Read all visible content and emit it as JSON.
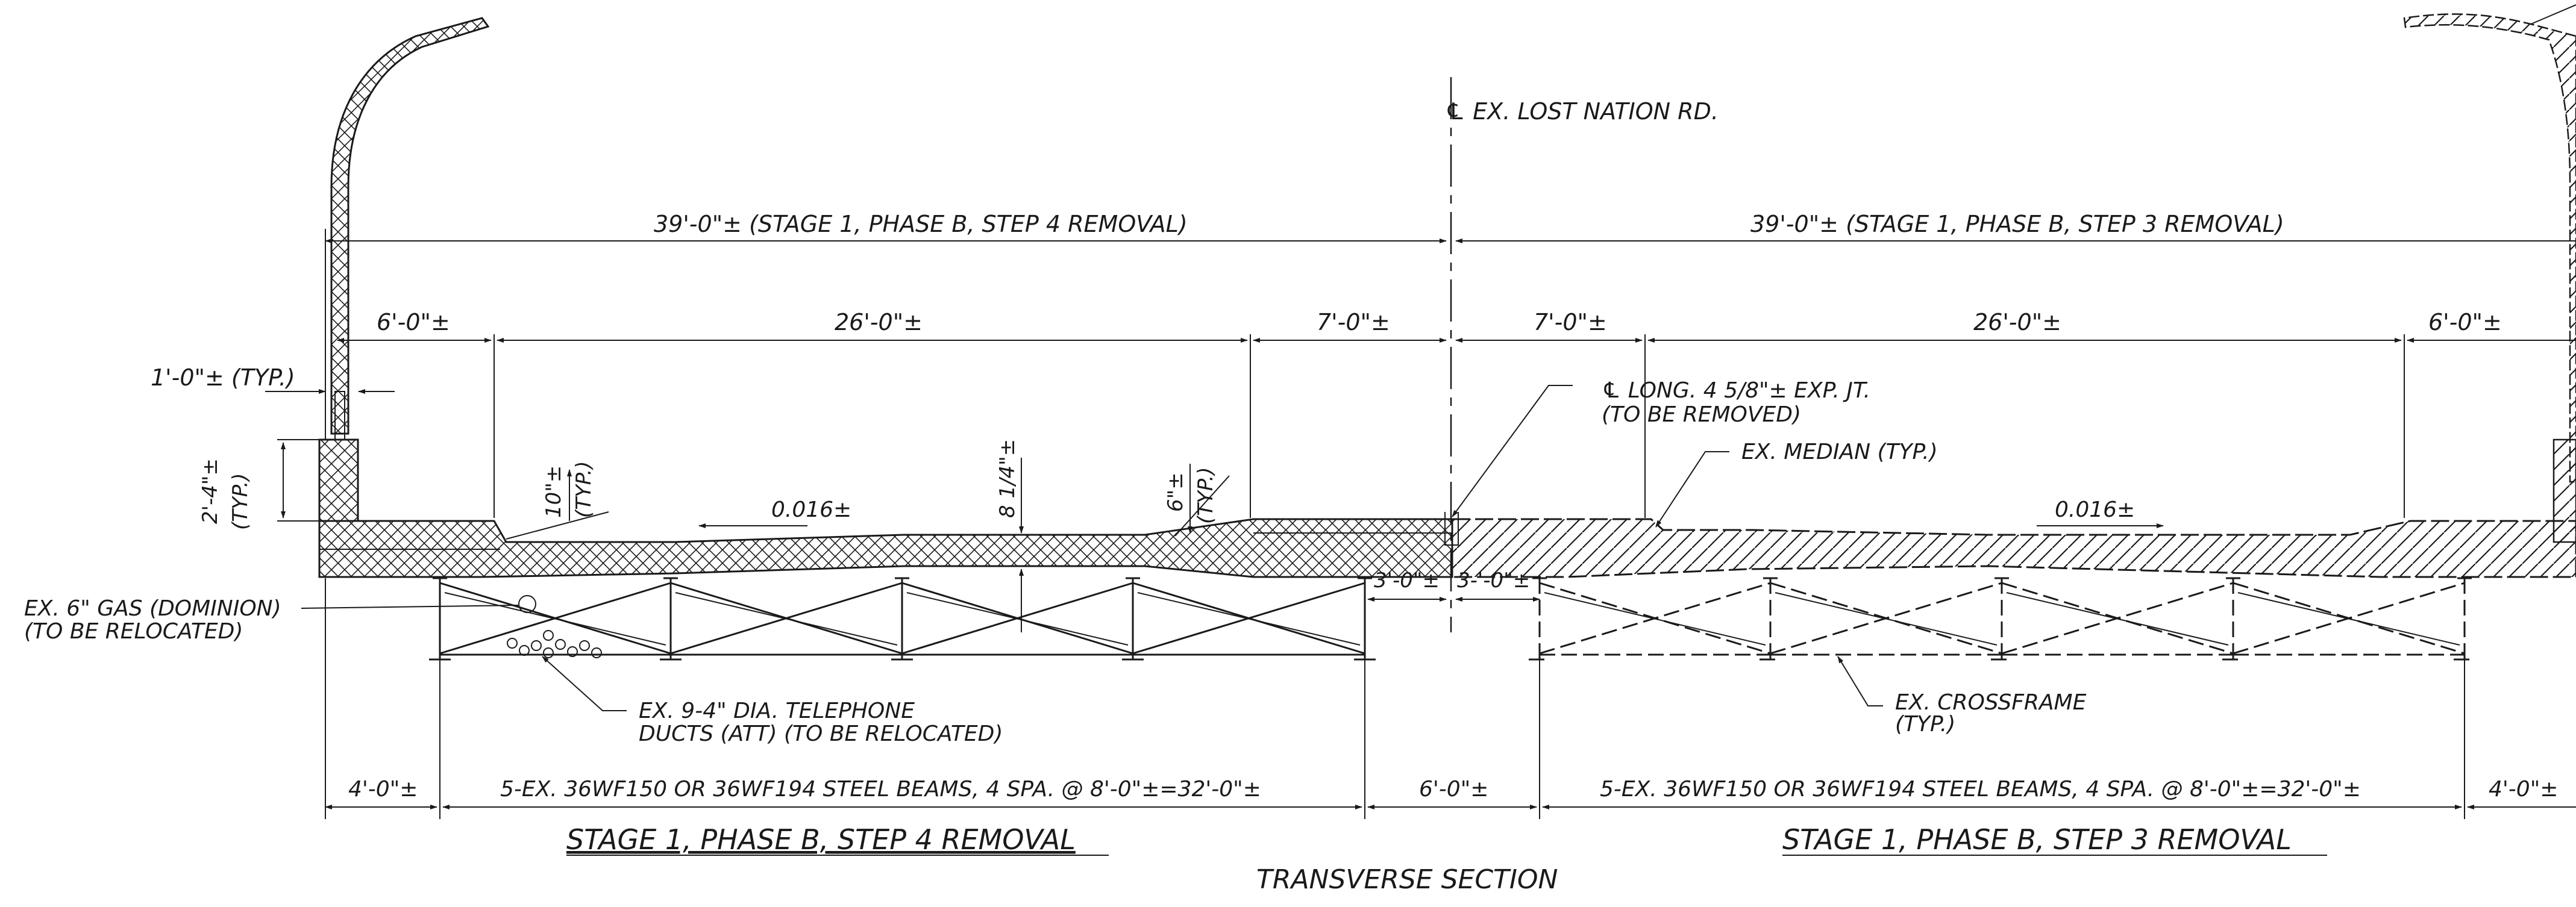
{
  "centerline": {
    "label": "℄ EX. LOST NATION RD."
  },
  "overall_dims": {
    "left": "39'-0\"± (STAGE 1, PHASE B, STEP 4 REMOVAL)",
    "right": "39'-0\"± (STAGE 1, PHASE B, STEP 3 REMOVAL)"
  },
  "deck_dims": {
    "left": [
      "6'-0\"±",
      "26'-0\"±",
      "7'-0\"±"
    ],
    "right": [
      "7'-0\"±",
      "26'-0\"±",
      "6'-0\"±"
    ]
  },
  "notes": {
    "rail_width": "1'-0\"± (TYP.)",
    "parapet_height": "2'-4\"±",
    "parapet_typ": "(TYP.)",
    "curb_height": "10\"±",
    "curb_typ": "(TYP.)",
    "deck_depth": "8 1/4\"±",
    "median_depth": "6\"±",
    "median_typ": "(TYP.)",
    "slope_left": "0.016±",
    "slope_right": "0.016±",
    "joint_line1": "℄ LONG. 4 5/8\"± EXP. JT.",
    "joint_line2": "(TO BE REMOVED)",
    "median": "EX. MEDIAN (TYP.)",
    "gas_line1": "EX. 6\" GAS (DOMINION)",
    "gas_line2": "(TO BE RELOCATED)",
    "ducts_line1": "EX. 9-4\" DIA. TELEPHONE",
    "ducts_line2": "DUCTS (ATT) (TO BE RELOCATED)",
    "crossframe_line1": "EX. CROSSFRAME",
    "crossframe_line2": "(TYP.)",
    "gap_left": "3'-0\"±",
    "gap_right": "3-'-0\"±"
  },
  "bottom_dims": {
    "left_overhang": "4'-0\"±",
    "left_beams": "5-EX. 36WF150 OR 36WF194 STEEL BEAMS, 4 SPA. @ 8'-0\"±=32'-0\"±",
    "center": "6'-0\"±",
    "right_beams": "5-EX. 36WF150 OR 36WF194 STEEL BEAMS, 4 SPA. @ 8'-0\"±=32'-0\"±",
    "right_overhang": "4'-0\"±"
  },
  "titles": {
    "left": "STAGE 1, PHASE B, STEP 4 REMOVAL",
    "right": "STAGE 1, PHASE B, STEP 3 REMOVAL",
    "main": "TRANSVERSE SECTION"
  }
}
